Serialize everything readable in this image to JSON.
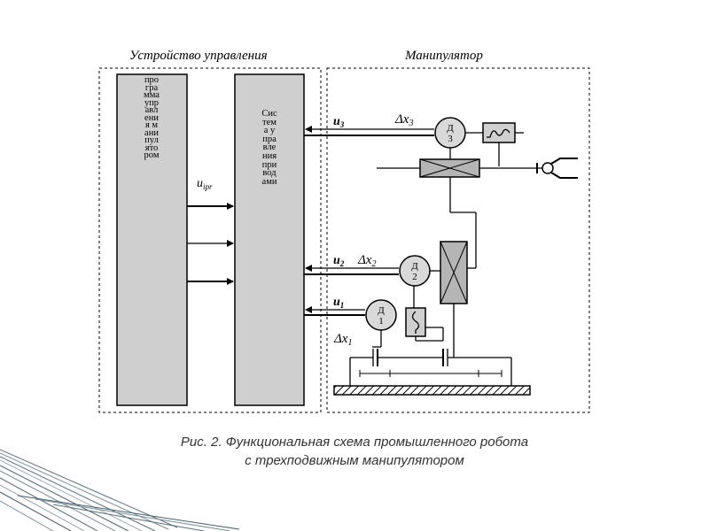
{
  "diagram": {
    "left_title": "Устройство управления",
    "right_title": "Манипулятор",
    "program_block": "программа управления манипулятором",
    "drive_block": "Система управления приводами",
    "signal_uipr": "u",
    "signal_uipr_sub": "ipr",
    "u3": "u",
    "u3_sub": "3",
    "u2": "u",
    "u2_sub": "2",
    "u1": "u",
    "u1_sub": "1",
    "dx3": "Δx",
    "dx3_sub": "3",
    "dx2": "Δx",
    "dx2_sub": "2",
    "dx1": "Δx",
    "dx1_sub": "1",
    "motor3_letter": "Д",
    "motor3_num": "3",
    "motor2_letter": "Д",
    "motor2_num": "2",
    "motor1_letter": "Д",
    "motor1_num": "1"
  },
  "caption": {
    "line1": "Рис. 2. Функциональная схема промышленного робота",
    "line2": "с трехподвижным манипулятором"
  }
}
